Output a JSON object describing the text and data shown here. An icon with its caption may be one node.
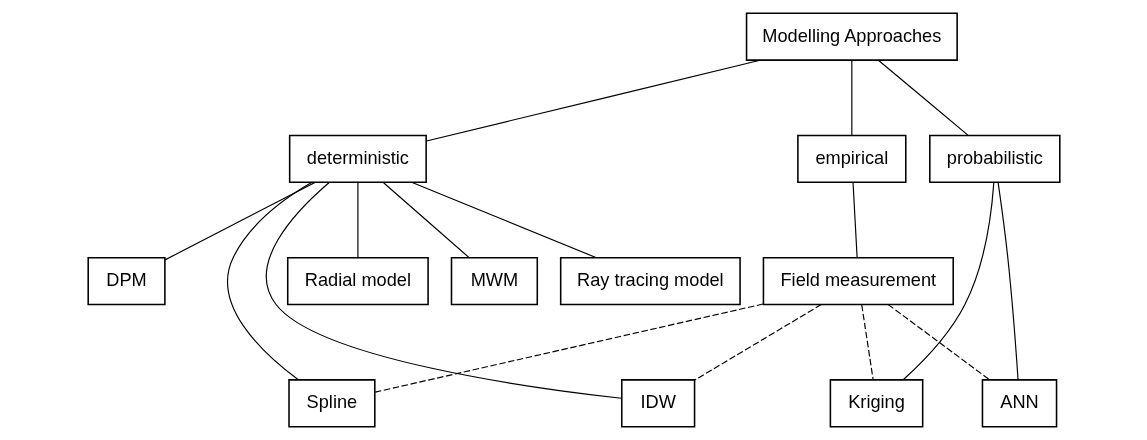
{
  "diagram": {
    "nodes": [
      {
        "text": [
          "Modelling Approaches"
        ]
      },
      {
        "text": [
          "deterministic"
        ]
      },
      {
        "text": [
          "empirical"
        ]
      },
      {
        "text": [
          "probabilistic"
        ]
      },
      {
        "text": [
          "Radial model"
        ]
      },
      {
        "text": [
          "MWM"
        ]
      },
      {
        "text": [
          "Ray tracing model"
        ]
      },
      {
        "text": [
          "DPM"
        ]
      },
      {
        "text": [
          "Field measurement"
        ]
      },
      {
        "text": [
          "Spline"
        ]
      },
      {
        "text": [
          "IDW"
        ]
      },
      {
        "text": [
          "ANN"
        ]
      },
      {
        "text": [
          "Kriging"
        ]
      }
    ],
    "edges": [
      {
        "from": 0,
        "to": 1,
        "arrow": "none"
      },
      {
        "from": 0,
        "to": 2,
        "arrow": "none"
      },
      {
        "from": 0,
        "to": 3,
        "arrow": "none"
      },
      {
        "from": 1,
        "to": 4,
        "arrow": "none"
      },
      {
        "from": 1,
        "to": 5,
        "arrow": "none"
      },
      {
        "from": 1,
        "to": 6,
        "arrow": "none"
      },
      {
        "from": 1,
        "to": 7,
        "arrow": "none"
      },
      {
        "from": 1,
        "to": 9,
        "arrow": "none"
      },
      {
        "from": 1,
        "to": 10,
        "arrow": "none"
      },
      {
        "from": 2,
        "to": 8,
        "arrow": "none"
      },
      {
        "from": 3,
        "to": 11,
        "arrow": "none"
      },
      {
        "from": 3,
        "to": 12,
        "arrow": "none"
      },
      {
        "from": 8,
        "to": 9,
        "arrow": "none",
        "style": "dashed"
      },
      {
        "from": 8,
        "to": 10,
        "arrow": "none",
        "style": "dashed"
      },
      {
        "from": 8,
        "to": 11,
        "arrow": "none",
        "style": "dashed"
      },
      {
        "from": 8,
        "to": 12,
        "arrow": "none",
        "style": "dashed"
      }
    ]
  }
}
